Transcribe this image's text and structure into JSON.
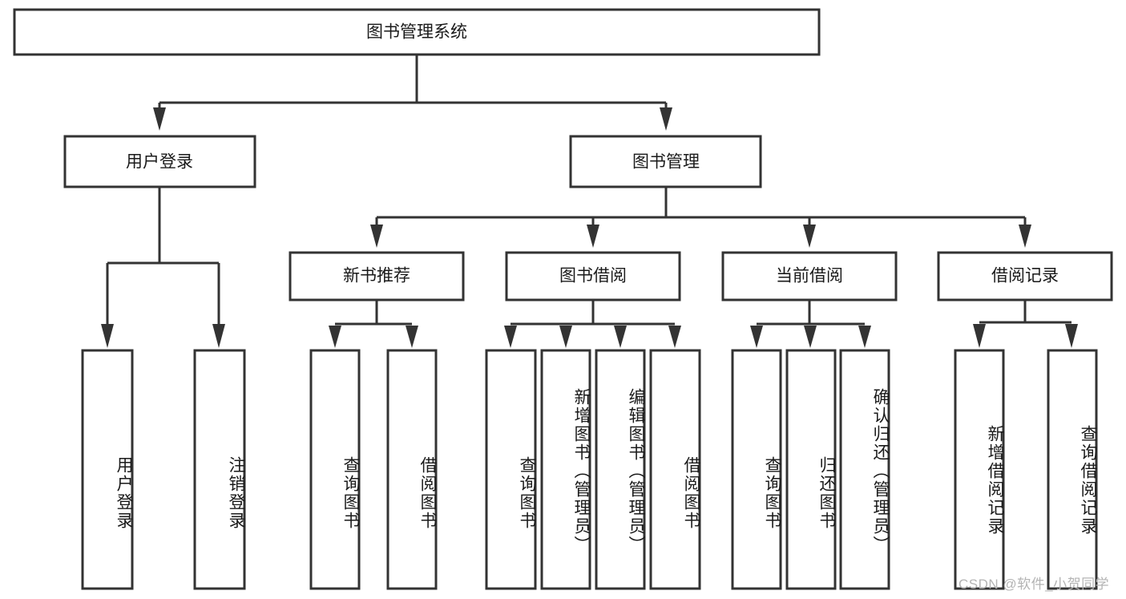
{
  "diagram": {
    "type": "tree-hierarchy-chart",
    "title": "图书管理系统",
    "orientation": "top-down",
    "colors": {
      "box_fill": "#ffffff",
      "box_stroke": "#333333",
      "text": "#1a1a1a",
      "background": "#ffffff",
      "watermark": "#b4b4b4"
    },
    "levels": {
      "root": {
        "label": "图书管理系统"
      },
      "level2": [
        {
          "label": "用户登录"
        },
        {
          "label": "图书管理"
        }
      ],
      "level3": [
        {
          "label": "新书推荐"
        },
        {
          "label": "图书借阅"
        },
        {
          "label": "当前借阅"
        },
        {
          "label": "借阅记录"
        }
      ],
      "leaves": {
        "user_login": [
          {
            "label": "用户登录"
          },
          {
            "label": "注销登录"
          }
        ],
        "new_book_recommend": [
          {
            "label": "查询图书"
          },
          {
            "label": "借阅图书"
          }
        ],
        "book_borrow": [
          {
            "label": "查询图书"
          },
          {
            "label": "新增图书（管理员）"
          },
          {
            "label": "编辑图书（管理员）"
          },
          {
            "label": "借阅图书"
          }
        ],
        "current_borrow": [
          {
            "label": "查询图书"
          },
          {
            "label": "归还图书"
          },
          {
            "label": "确认归还（管理员）"
          }
        ],
        "borrow_record": [
          {
            "label": "新增借阅记录"
          },
          {
            "label": "查询借阅记录"
          }
        ]
      }
    },
    "watermark": "CSDN @软件_小贺同学"
  }
}
